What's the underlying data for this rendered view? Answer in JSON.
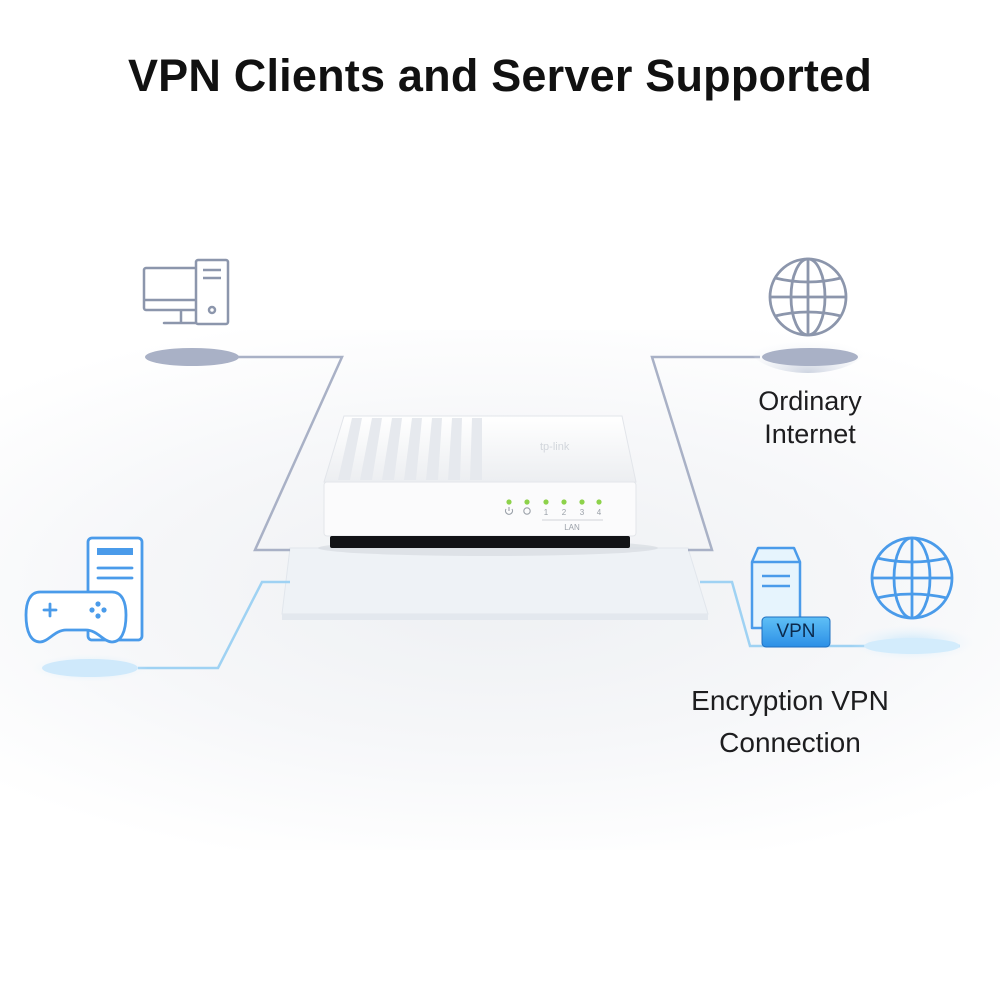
{
  "title": "VPN Clients and Server Supported",
  "nodes": {
    "ordinary_internet": {
      "label_line1": "Ordinary",
      "label_line2": "Internet"
    },
    "encryption_vpn": {
      "label_line1": "Encryption VPN",
      "label_line2": "Connection",
      "badge": "VPN"
    },
    "desktop_pc": {
      "icon": "desktop-computer-icon"
    },
    "game_console": {
      "icon": "gamepad-server-icon"
    }
  },
  "router": {
    "led_labels": [
      "1",
      "2",
      "3",
      "4"
    ],
    "port_group_label": "LAN"
  },
  "colors": {
    "gray_line": "#a9b1c6",
    "blue_line": "#9fd2f3",
    "blue_icon": "#4a9bea",
    "gray_icon": "#8c96ac",
    "led_green": "#8dd24a"
  }
}
